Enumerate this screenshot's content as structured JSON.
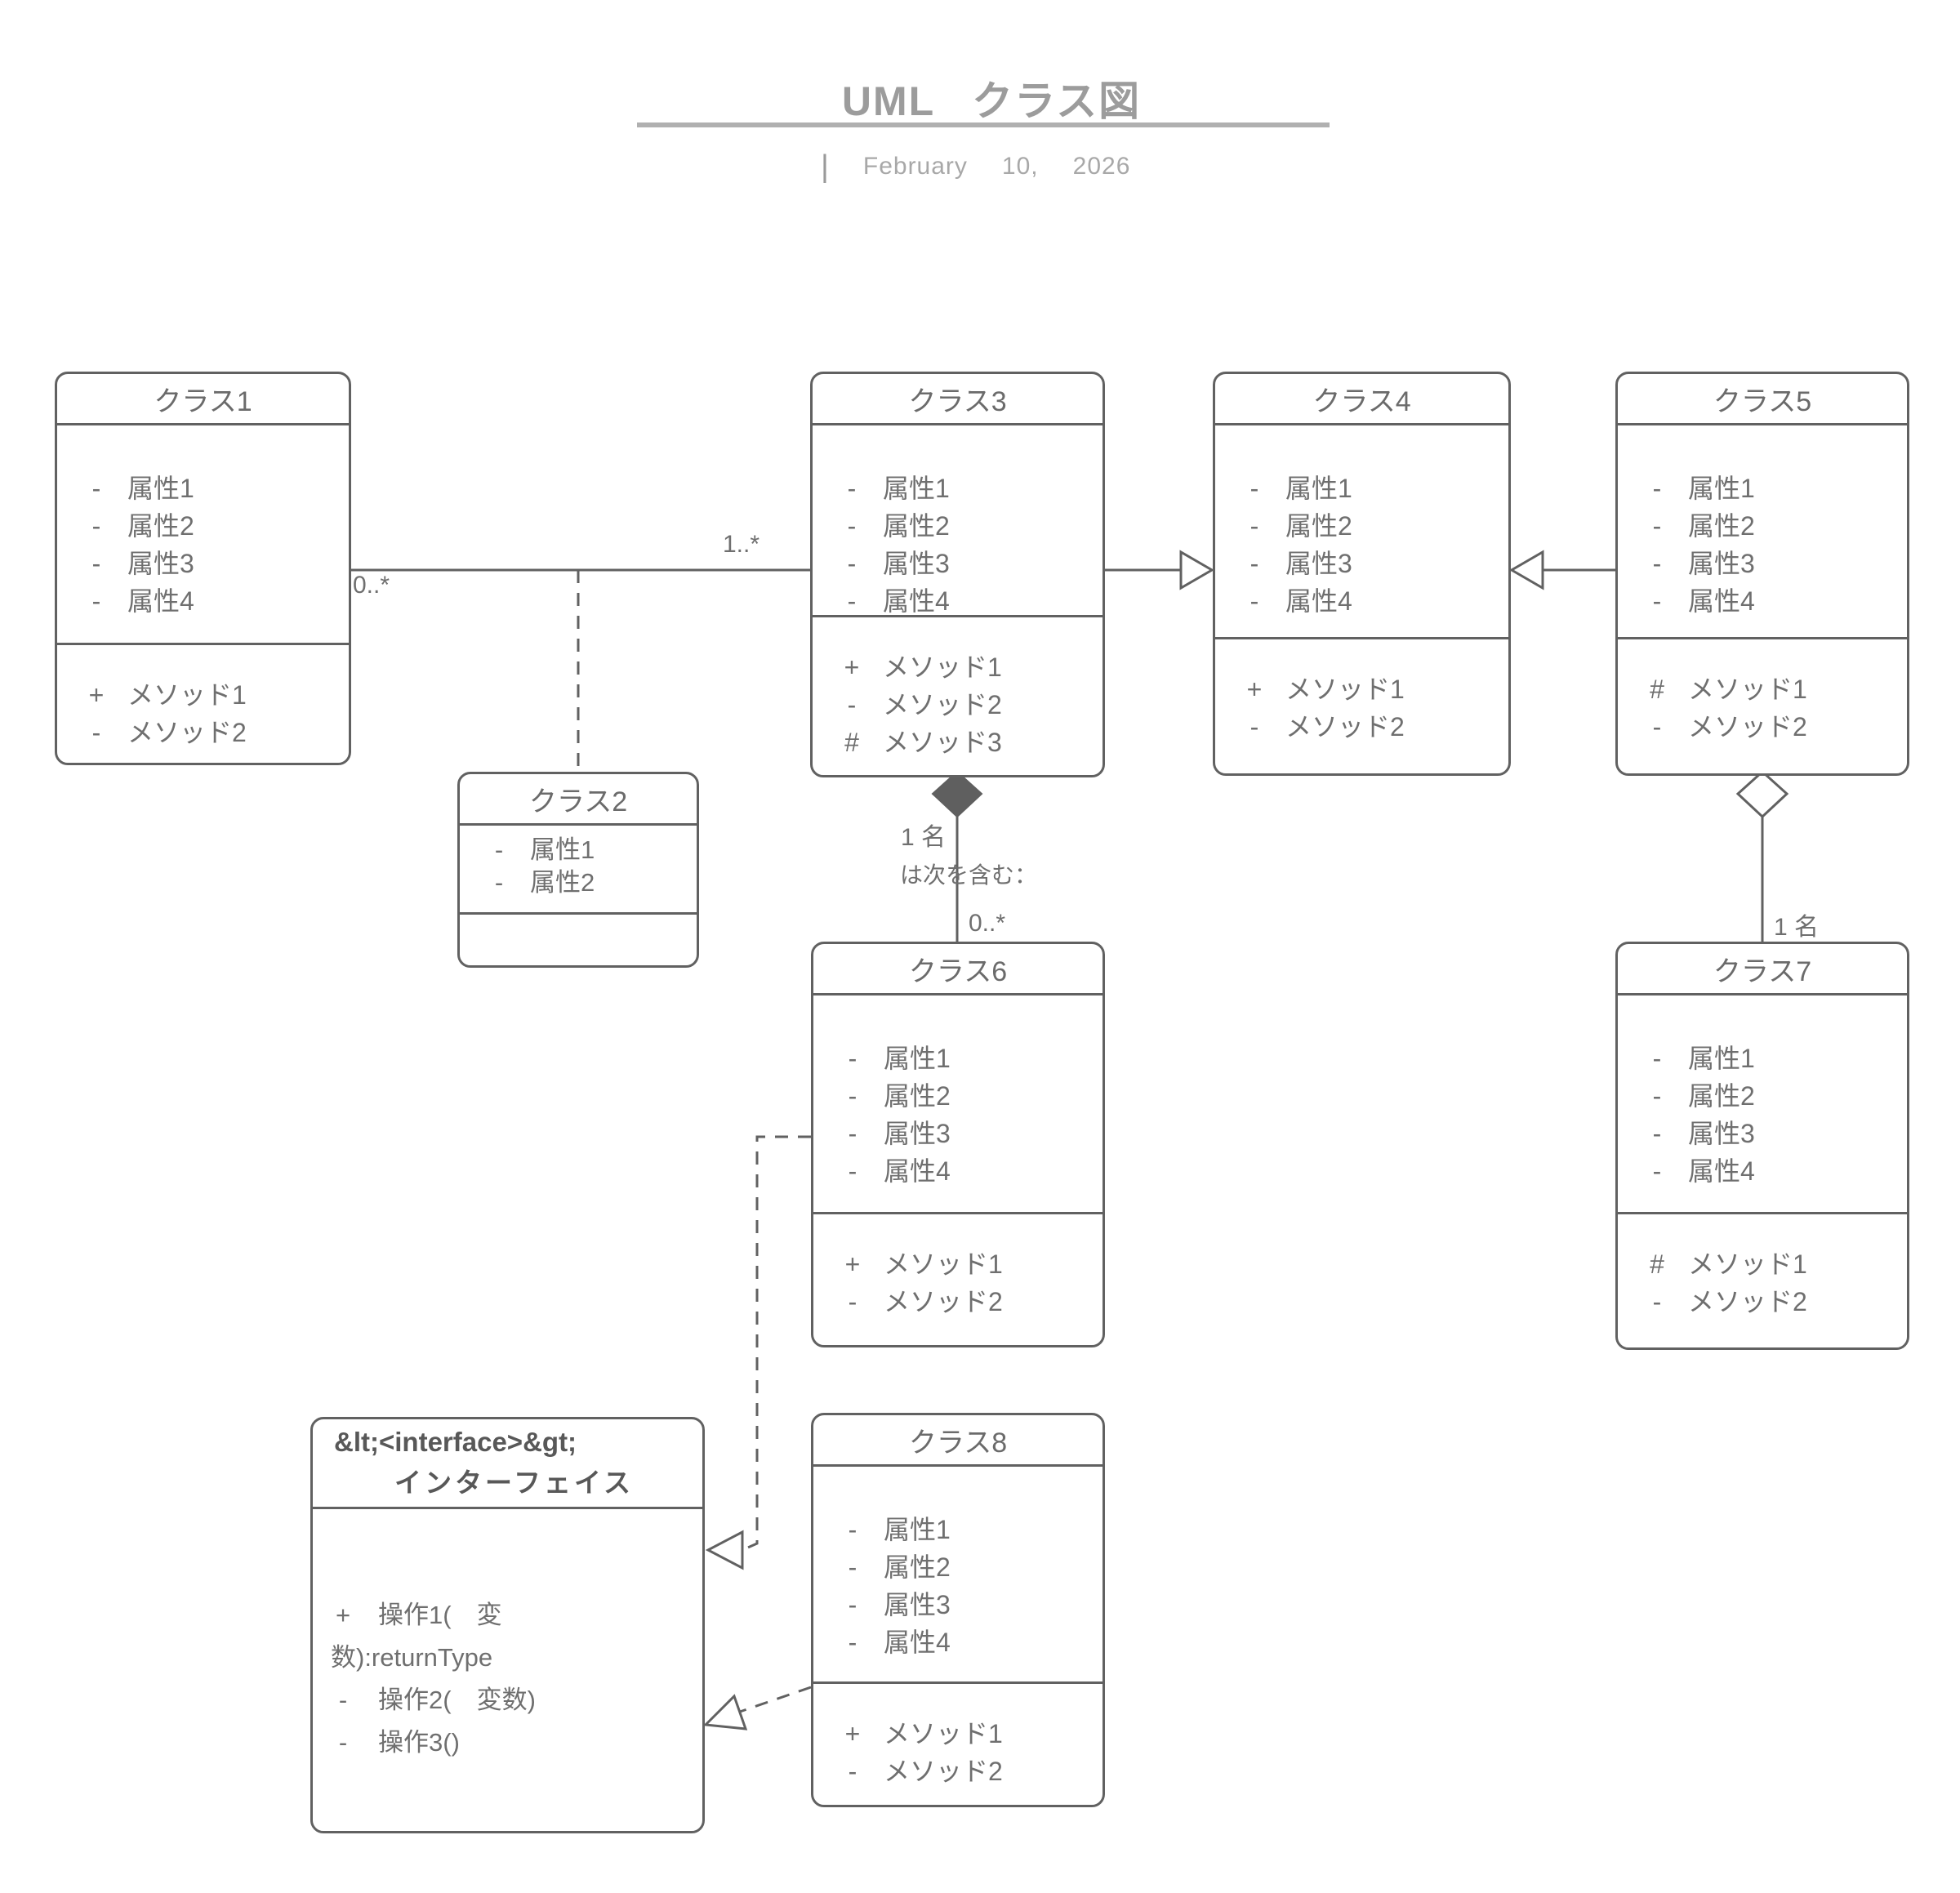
{
  "page": {
    "title": "UML クラス図",
    "date": {
      "separator": "|",
      "month": "February",
      "day": "10,",
      "year": "2026"
    }
  },
  "relationships": {
    "association_class1_class3": {
      "left_multiplicity": "0..*",
      "right_multiplicity": "1..*"
    },
    "composition_class3_class6": {
      "owner_multiplicity": "1 名",
      "caption": "は次を含む：",
      "part_multiplicity": "0..*"
    },
    "aggregation_class5_class7": {
      "part_multiplicity": "1 名"
    }
  },
  "classes": {
    "class1": {
      "title": "クラス1",
      "attributes": [
        {
          "prefix": "-",
          "label": "属性1"
        },
        {
          "prefix": "-",
          "label": "属性2"
        },
        {
          "prefix": "-",
          "label": "属性3"
        },
        {
          "prefix": "-",
          "label": "属性4"
        }
      ],
      "methods": [
        {
          "prefix": "+",
          "label": "メソッド1"
        },
        {
          "prefix": "-",
          "label": "メソッド2"
        }
      ]
    },
    "class2": {
      "title": "クラス2",
      "attributes": [
        {
          "prefix": "-",
          "label": "属性1"
        },
        {
          "prefix": "-",
          "label": "属性2"
        }
      ],
      "methods": []
    },
    "class3": {
      "title": "クラス3",
      "attributes": [
        {
          "prefix": "-",
          "label": "属性1"
        },
        {
          "prefix": "-",
          "label": "属性2"
        },
        {
          "prefix": "-",
          "label": "属性3"
        },
        {
          "prefix": "-",
          "label": "属性4"
        }
      ],
      "methods": [
        {
          "prefix": "+",
          "label": "メソッド1"
        },
        {
          "prefix": "-",
          "label": "メソッド2"
        },
        {
          "prefix": "#",
          "label": "メソッド3"
        }
      ]
    },
    "class4": {
      "title": "クラス4",
      "attributes": [
        {
          "prefix": "-",
          "label": "属性1"
        },
        {
          "prefix": "-",
          "label": "属性2"
        },
        {
          "prefix": "-",
          "label": "属性3"
        },
        {
          "prefix": "-",
          "label": "属性4"
        }
      ],
      "methods": [
        {
          "prefix": "+",
          "label": "メソッド1"
        },
        {
          "prefix": "-",
          "label": "メソッド2"
        }
      ]
    },
    "class5": {
      "title": "クラス5",
      "attributes": [
        {
          "prefix": "-",
          "label": "属性1"
        },
        {
          "prefix": "-",
          "label": "属性2"
        },
        {
          "prefix": "-",
          "label": "属性3"
        },
        {
          "prefix": "-",
          "label": "属性4"
        }
      ],
      "methods": [
        {
          "prefix": "#",
          "label": "メソッド1"
        },
        {
          "prefix": "-",
          "label": "メソッド2"
        }
      ]
    },
    "class6": {
      "title": "クラス6",
      "attributes": [
        {
          "prefix": "-",
          "label": "属性1"
        },
        {
          "prefix": "-",
          "label": "属性2"
        },
        {
          "prefix": "-",
          "label": "属性3"
        },
        {
          "prefix": "-",
          "label": "属性4"
        }
      ],
      "methods": [
        {
          "prefix": "+",
          "label": "メソッド1"
        },
        {
          "prefix": "-",
          "label": "メソッド2"
        }
      ]
    },
    "class7": {
      "title": "クラス7",
      "attributes": [
        {
          "prefix": "-",
          "label": "属性1"
        },
        {
          "prefix": "-",
          "label": "属性2"
        },
        {
          "prefix": "-",
          "label": "属性3"
        },
        {
          "prefix": "-",
          "label": "属性4"
        }
      ],
      "methods": [
        {
          "prefix": "#",
          "label": "メソッド1"
        },
        {
          "prefix": "-",
          "label": "メソッド2"
        }
      ]
    },
    "class8": {
      "title": "クラス8",
      "attributes": [
        {
          "prefix": "-",
          "label": "属性1"
        },
        {
          "prefix": "-",
          "label": "属性2"
        },
        {
          "prefix": "-",
          "label": "属性3"
        },
        {
          "prefix": "-",
          "label": "属性4"
        }
      ],
      "methods": [
        {
          "prefix": "+",
          "label": "メソッド1"
        },
        {
          "prefix": "-",
          "label": "メソッド2"
        }
      ]
    },
    "interface": {
      "stereotype": "&lt;<interface>&gt;",
      "name": "インターフェイス",
      "operations": [
        {
          "prefix": "+",
          "label": "操作1(　変"
        },
        {
          "prefix": "",
          "label": "数):returnType"
        },
        {
          "prefix": "-",
          "label": "操作2(　変数)"
        },
        {
          "prefix": "-",
          "label": "操作3()"
        }
      ]
    }
  },
  "colors": {
    "line": "#616161",
    "text": "#6f6f6f",
    "heading": "#6b6b6b",
    "title": "#9c9c9c",
    "underline": "#b0b0b0",
    "muted": "#a8a8a8",
    "diamond": "#5f5f5f"
  }
}
